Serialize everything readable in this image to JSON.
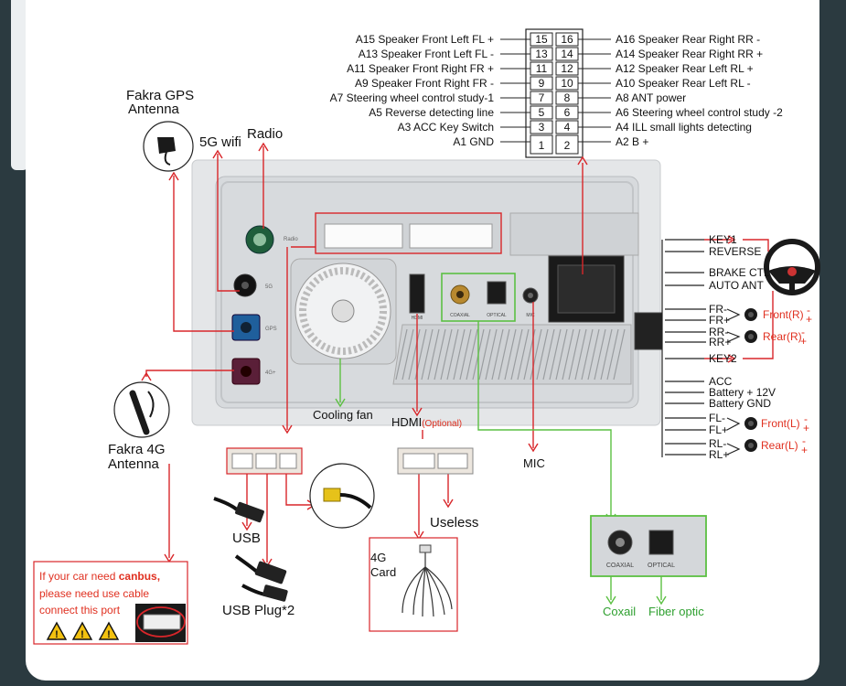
{
  "connector_pins": {
    "left": [
      {
        "pin": "15",
        "label": "A15 Speaker Front Left FL +"
      },
      {
        "pin": "13",
        "label": "A13 Speaker Front Left FL -"
      },
      {
        "pin": "11",
        "label": "A11 Speaker Front Right FR +"
      },
      {
        "pin": "9",
        "label": "A9 Speaker Front Right FR -"
      },
      {
        "pin": "7",
        "label": "A7 Steering wheel control study-1"
      },
      {
        "pin": "5",
        "label": "A5 Reverse detecting line"
      },
      {
        "pin": "3",
        "label": "A3 ACC Key Switch"
      },
      {
        "pin": "1",
        "label": "A1 GND"
      }
    ],
    "right": [
      {
        "pin": "16",
        "label": "A16 Speaker Rear Right RR -"
      },
      {
        "pin": "14",
        "label": "A14 Speaker Rear Right RR +"
      },
      {
        "pin": "12",
        "label": "A12 Speaker Rear Left RL +"
      },
      {
        "pin": "10",
        "label": "A10 Speaker Rear Left RL -"
      },
      {
        "pin": "8",
        "label": "A8  ANT power"
      },
      {
        "pin": "6",
        "label": "A6  Steering wheel control study -2"
      },
      {
        "pin": "4",
        "label": "A4  ILL small lights detecting"
      },
      {
        "pin": "2",
        "label": "A2  B +"
      }
    ]
  },
  "labels": {
    "fakra_gps": [
      "Fakra GPS",
      "Antenna"
    ],
    "wifi_5g": "5G wifi",
    "radio": "Radio",
    "cooling_fan": "Cooling fan",
    "hdmi": "HDMI",
    "hdmi_optional": "(Optional)",
    "mic": "MIC",
    "fakra_4g": [
      "Fakra 4G",
      "Antenna"
    ],
    "usb": "USB",
    "usb_plug": "USB Plug*2",
    "useless": "Useless",
    "card_4g": [
      "4G",
      "Card"
    ],
    "coaxial": "Coxail",
    "fiber_optic": "Fiber optic",
    "panel_radio": "Radio",
    "panel_5g": "5G",
    "panel_gps": "GPS",
    "panel_4g": "4G+",
    "panel_hdmi": "HDMI",
    "panel_coaxial": "COAXIAL",
    "panel_optical": "OPTICAL",
    "panel_mic": "MIC",
    "zoom_coaxial": "COAXIAL",
    "zoom_optical": "OPTICAL"
  },
  "canbus_note": {
    "line1_prefix": "If your car need ",
    "line1_bold": "canbus,",
    "line2": "please need use cable",
    "line3": "connect this port"
  },
  "right_harness": {
    "key1": "KEY1",
    "reverse": "REVERSE",
    "brake": "BRAKE CTL",
    "auto_ant": "AUTO ANT",
    "fr_minus": "FR-",
    "fr_plus": "FR+",
    "rr_minus": "RR-",
    "rr_plus": "RR+",
    "key2": "KEY2",
    "acc": "ACC",
    "battery_12v": "Battery + 12V",
    "battery_gnd": "Battery GND",
    "fl_minus": "FL-",
    "fl_plus": "FL+",
    "rl_minus": "RL-",
    "rl_plus": "RL+",
    "front_r": "Front(R)",
    "rear_r": "Rear(R)",
    "front_l": "Front(L)",
    "rear_l": "Rear(L)",
    "plus_minus": "+",
    "minus_sign": "-"
  },
  "colors": {
    "wire_red": "#d8262a",
    "wire_green": "#5cc043",
    "text_red": "#e03020",
    "text_green": "#2fa030",
    "panel": "#e4e6e8"
  }
}
